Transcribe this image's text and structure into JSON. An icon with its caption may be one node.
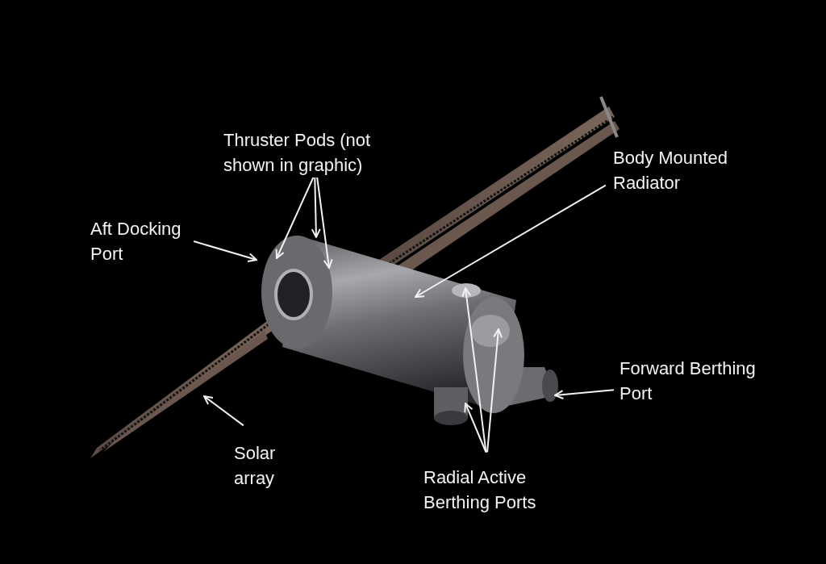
{
  "diagram": {
    "nodes": [
      {
        "text": [
          "Thruster Pods (not shown in graphic)"
        ]
      },
      {
        "text": [
          "Body Mounted Radiator"
        ]
      },
      {
        "text": [
          "Aft Docking Port"
        ]
      },
      {
        "text": [
          "Forward Berthing Port"
        ]
      },
      {
        "text": [
          "Solar array"
        ]
      },
      {
        "text": [
          "Radial Active Berthing Ports"
        ]
      }
    ],
    "edges": [
      {
        "from": 0,
        "to": null,
        "arrow": "to"
      },
      {
        "from": 0,
        "to": null,
        "arrow": "to"
      },
      {
        "from": 0,
        "to": null,
        "arrow": "to"
      },
      {
        "from": 1,
        "to": null,
        "arrow": "to"
      },
      {
        "from": 2,
        "to": null,
        "arrow": "to"
      },
      {
        "from": 3,
        "to": null,
        "arrow": "to"
      },
      {
        "from": 4,
        "to": null,
        "arrow": "to"
      },
      {
        "from": 5,
        "to": null,
        "arrow": "to"
      },
      {
        "from": 5,
        "to": null,
        "arrow": "to"
      },
      {
        "from": 5,
        "to": null,
        "arrow": "to"
      }
    ]
  }
}
